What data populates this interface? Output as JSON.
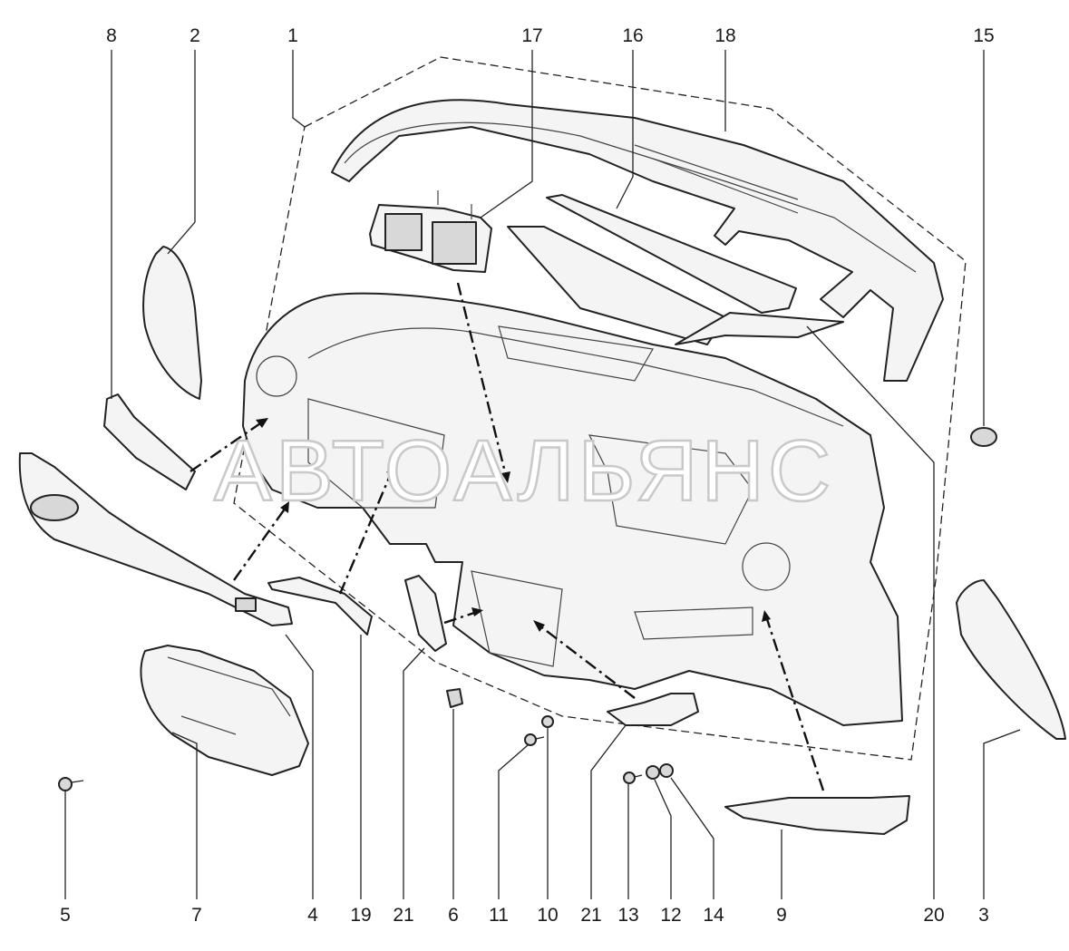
{
  "watermark": "АВТОАЛЬЯНС",
  "callouts": {
    "top": [
      "8",
      "2",
      "1",
      "17",
      "16",
      "18",
      "15"
    ],
    "bottom": [
      "5",
      "7",
      "4",
      "19",
      "21",
      "6",
      "11",
      "10",
      "21",
      "13",
      "12",
      "14",
      "9",
      "20",
      "3"
    ]
  },
  "colors": {
    "line": "#222222",
    "watermark_outline": "#c9c9c9",
    "part_fill": "#f4f4f4"
  }
}
